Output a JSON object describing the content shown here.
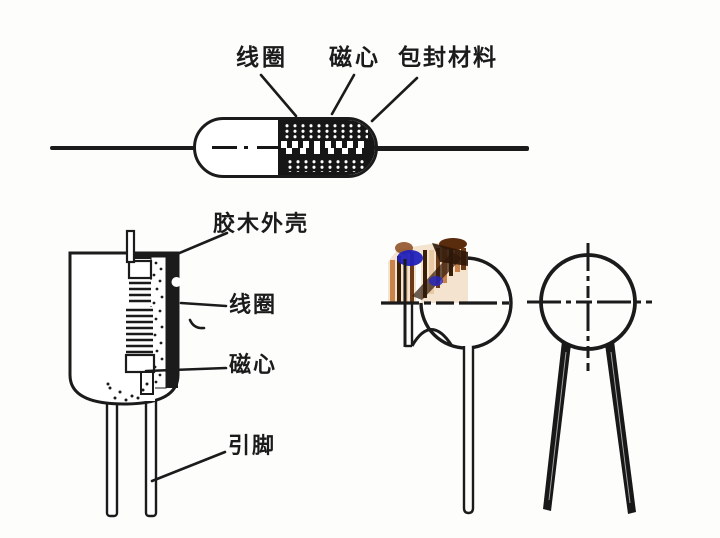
{
  "colors": {
    "background": "#fdfdfc",
    "ink": "#1b1b1b",
    "watermark_orange": "#c9824a",
    "watermark_tan": "#e9c9a2",
    "watermark_dark_brown": "#3a1f08",
    "watermark_blue": "#2222bb"
  },
  "axial_figure": {
    "label_coil": "线圈",
    "label_core": "磁心",
    "label_encapsulation": "包封材料"
  },
  "cross_section_figure": {
    "label_shell": "胶木外壳",
    "label_coil": "线圈",
    "label_core": "磁心",
    "label_lead": "引脚"
  }
}
